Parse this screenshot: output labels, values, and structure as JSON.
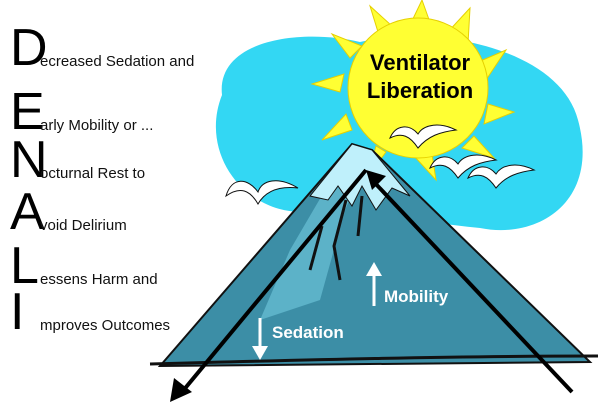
{
  "sun": {
    "label_line1": "Ventilator",
    "label_line2": "Liberation"
  },
  "mountain": {
    "up_label": "Mobility",
    "down_label": "Sedation"
  },
  "acronym": [
    {
      "letter": "D",
      "rest": "ecreased Sedation and"
    },
    {
      "letter": "E",
      "rest": "arly Mobility or ..."
    },
    {
      "letter": "N",
      "rest": "octurnal Rest to"
    },
    {
      "letter": "A",
      "rest": "void Delirium"
    },
    {
      "letter": "L",
      "rest": "essens Harm and"
    },
    {
      "letter": "I",
      "rest": "mproves Outcomes"
    }
  ],
  "colors": {
    "sky": "#33d7f3",
    "sun": "#ffff33",
    "mountain": "#3c8ea6",
    "mountain_light": "#5cb2c8",
    "snow": "#bff0fb",
    "outline": "#000000"
  }
}
